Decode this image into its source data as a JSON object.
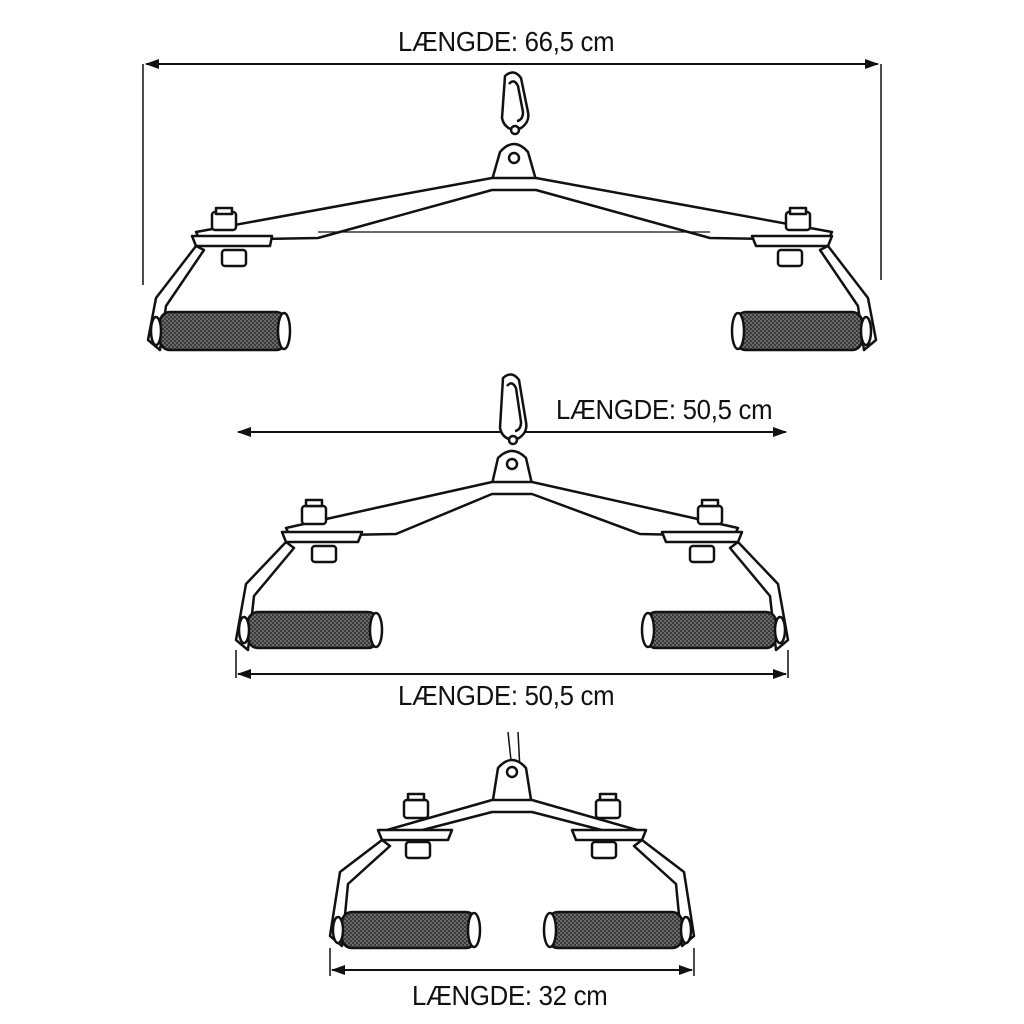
{
  "labels": {
    "top": "LÆNGDE: 66,5 cm",
    "mid_upper": "LÆNGDE: 50,5 cm",
    "mid_lower": "LÆNGDE:  50,5 cm",
    "bottom": "LÆNGDE: 32 cm"
  },
  "colors": {
    "line": "#111111",
    "grip_dark": "#3a3a3a",
    "grip_light": "#8a8a8a"
  },
  "icons": [
    "carabiner-icon",
    "bolt-icon",
    "grip-icon",
    "arrow-icon"
  ]
}
